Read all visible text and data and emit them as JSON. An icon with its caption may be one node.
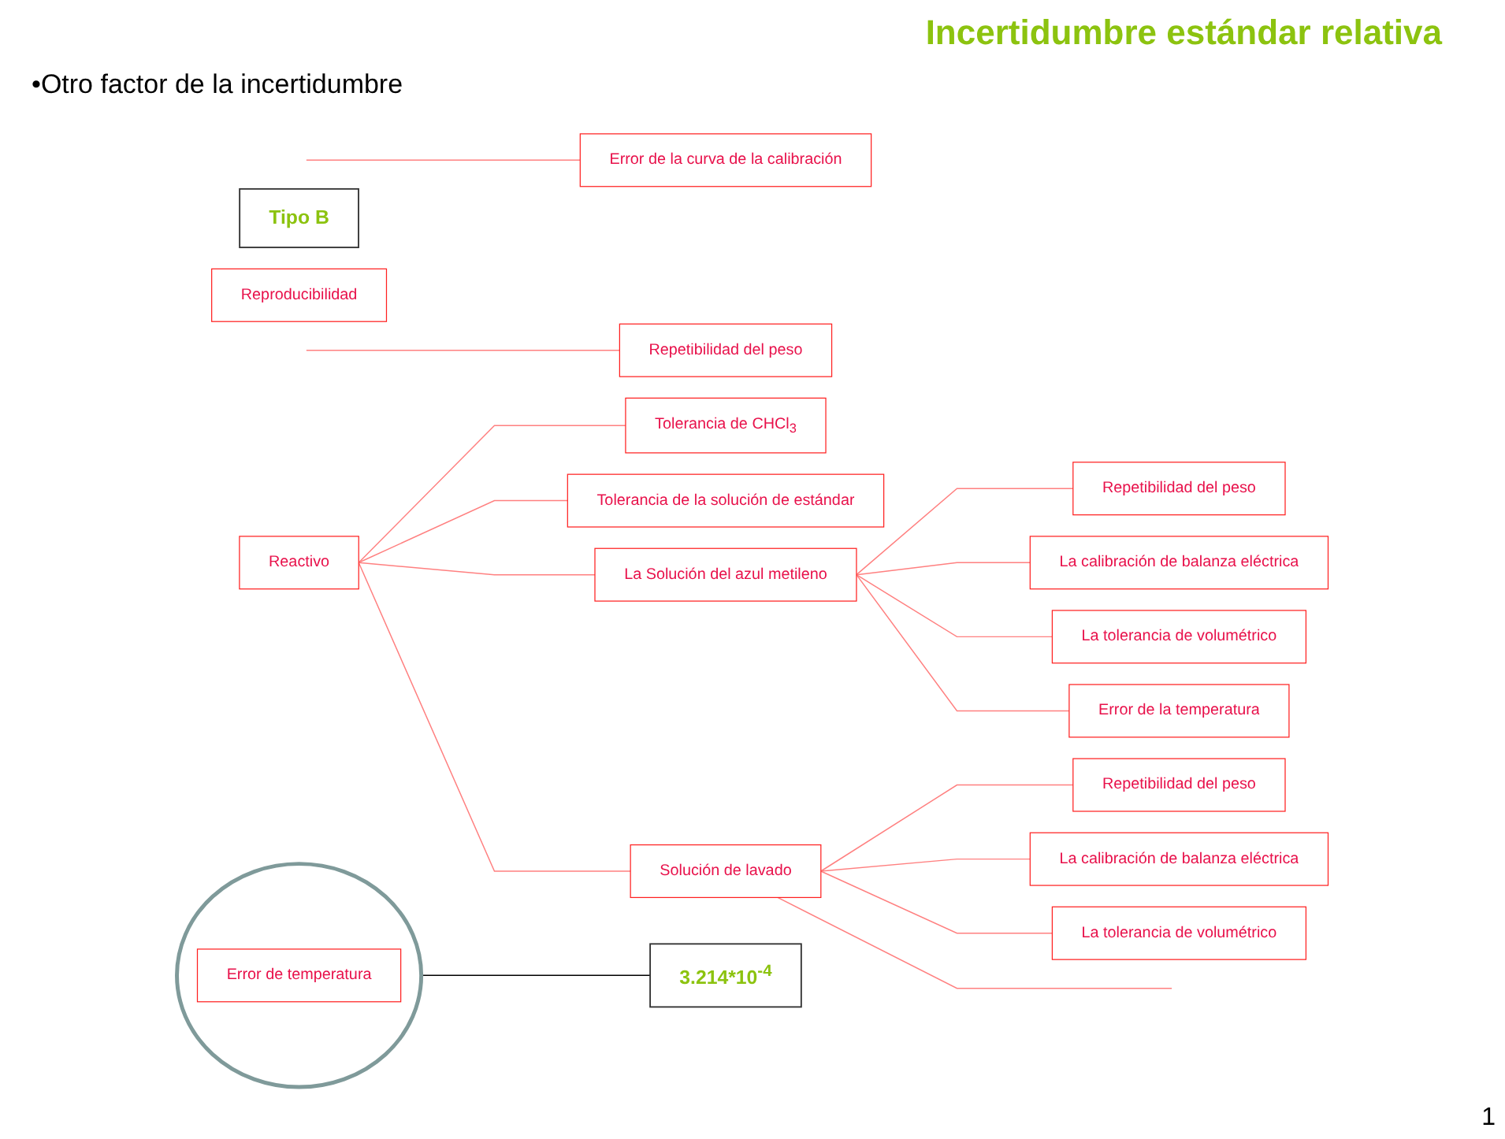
{
  "diagram": {
    "title": "Incertidumbre estándar relativa",
    "nodes": [
      {
        "text": [
          "Tipo B"
        ]
      },
      {
        "text": [
          "Error de la curva de la calibración"
        ]
      },
      {
        "text": [
          "Repetibilidad del peso"
        ]
      },
      {
        "text": [
          "Reproducibilidad"
        ]
      },
      {
        "text": [],
        "shape": "ellipse"
      },
      {
        "text": [
          "Error de temperatura"
        ],
        "in": 4
      },
      {
        "text": [
          "Reactivo"
        ]
      },
      {
        "text": [
          "Tolerancia de CHCl$_{3}$"
        ]
      },
      {
        "text": [
          "Tolerancia de la solución de estándar"
        ]
      },
      {
        "text": [
          "La Solución del azul metileno"
        ]
      },
      {
        "text": [
          "Repetibilidad del peso"
        ]
      },
      {
        "text": [
          "La calibración de balanza eléctrica"
        ]
      },
      {
        "text": [
          "La tolerancia de volumétrico"
        ]
      },
      {
        "text": [
          "Error de la temperatura"
        ]
      },
      {
        "text": [
          "Solución de lavado"
        ]
      },
      {
        "text": [
          "Repetibilidad del peso"
        ]
      },
      {
        "text": [
          "La calibración de balanza eléctrica"
        ]
      },
      {
        "text": [
          "La tolerancia de volumétrico"
        ]
      },
      {
        "text": [
          "3.214*10$^{-4}$"
        ]
      }
    ],
    "edges": [
      {
        "from": null,
        "to": 1,
        "arrow": "none"
      },
      {
        "from": null,
        "to": 2,
        "arrow": "none"
      },
      {
        "from": 4,
        "to": 18,
        "arrow": "none",
        "color": "#000000"
      },
      {
        "from": 6,
        "to": 7,
        "arrow": "none"
      },
      {
        "from": 6,
        "to": 8,
        "arrow": "none"
      },
      {
        "from": 6,
        "to": 9,
        "arrow": "none"
      },
      {
        "from": 6,
        "to": 14,
        "arrow": "none"
      },
      {
        "from": 9,
        "to": 10,
        "arrow": "none"
      },
      {
        "from": 9,
        "to": 11,
        "arrow": "none"
      },
      {
        "from": 9,
        "to": 12,
        "arrow": "none"
      },
      {
        "from": 9,
        "to": 13,
        "arrow": "none"
      },
      {
        "from": 14,
        "to": 15,
        "arrow": "none"
      },
      {
        "from": 14,
        "to": 16,
        "arrow": "none"
      },
      {
        "from": 14,
        "to": 17,
        "arrow": "none"
      },
      {
        "from": 14,
        "to": null,
        "arrow": "none"
      }
    ],
    "labels": [
      "•Otro factor de la incertidumbre",
      "1"
    ]
  }
}
